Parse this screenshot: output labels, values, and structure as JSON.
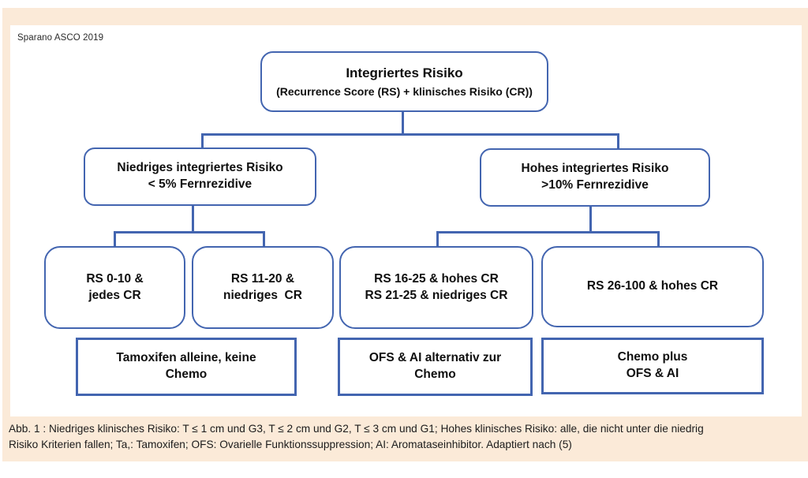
{
  "source_label": "Sparano ASCO 2019",
  "colors": {
    "frame": "#fbead8",
    "box_border": "#4365b0",
    "connector": "#4365b0"
  },
  "flowchart": {
    "root": {
      "title": "Integriertes Risiko",
      "subtitle": "(Recurrence Score (RS) + klinisches Risiko (CR))"
    },
    "branches": [
      {
        "label": "Niedriges integriertes Risiko\n< 5% Fernrezidive"
      },
      {
        "label": "Hohes integriertes Risiko\n>10% Fernrezidive"
      }
    ],
    "risk_groups": [
      {
        "label": "RS 0-10 &\njedes CR"
      },
      {
        "label": "RS 11-20 &\nniedriges  CR"
      },
      {
        "label": "RS 16-25 & hohes CR\nRS 21-25 & niedriges CR"
      },
      {
        "label": "RS 26-100 & hohes CR"
      }
    ],
    "treatments": [
      {
        "label": "Tamoxifen alleine, keine\nChemo"
      },
      {
        "label": "OFS & AI alternativ zur\nChemo"
      },
      {
        "label": "Chemo plus\nOFS & AI"
      }
    ]
  },
  "caption": {
    "line1": "Abb. 1 : Niedriges klinisches Risiko: T ≤ 1 cm und G3, T ≤ 2 cm und G2, T ≤ 3 cm und G1; Hohes klinisches Risiko: alle, die nicht unter die niedrig",
    "line2": "Risiko Kriterien fallen; Ta,: Tamoxifen; OFS: Ovarielle Funktionssuppression; AI: Aromataseinhibitor. Adaptiert nach (5)"
  }
}
